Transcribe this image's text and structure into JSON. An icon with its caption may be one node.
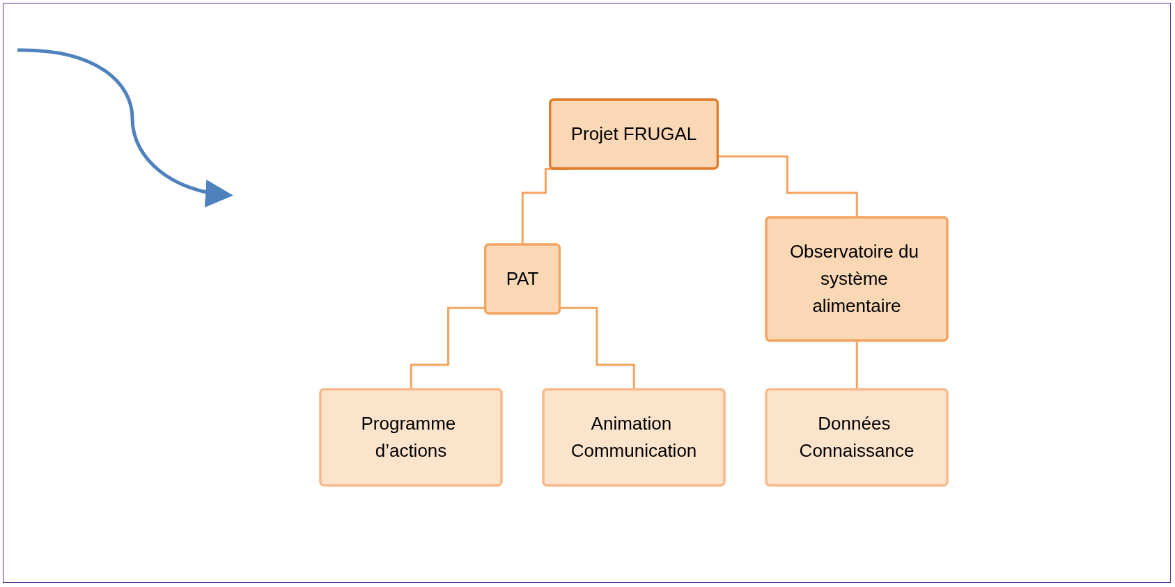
{
  "diagram": {
    "nodes": [
      {
        "text": [
          "Projet FRUGAL"
        ]
      },
      {
        "text": [
          "PAT"
        ]
      },
      {
        "text": [
          "Observatoire du système alimentaire"
        ]
      },
      {
        "text": [
          "Programme d’actions"
        ]
      },
      {
        "text": [
          "Animation Communication"
        ]
      },
      {
        "text": [
          "Données Connaissance"
        ]
      }
    ],
    "edges": [
      {
        "from": 0,
        "to": 1,
        "arrow": "none"
      },
      {
        "from": 0,
        "to": 2,
        "arrow": "none"
      },
      {
        "from": 1,
        "to": 3,
        "arrow": "none"
      },
      {
        "from": 1,
        "to": 4,
        "arrow": "none"
      },
      {
        "from": 2,
        "to": 5,
        "arrow": "none"
      }
    ]
  }
}
